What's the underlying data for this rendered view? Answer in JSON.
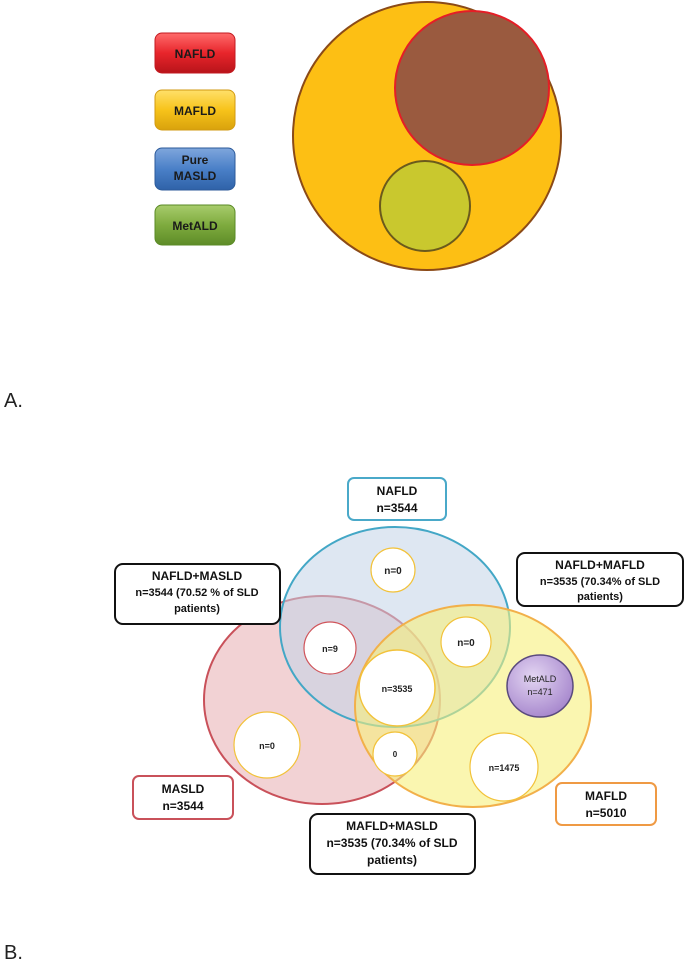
{
  "panel_a": {
    "letter": "A.",
    "legend": [
      {
        "key": "nafld",
        "lines": [
          "NAFLD"
        ],
        "color": "#e8252b"
      },
      {
        "key": "mafld",
        "lines": [
          "MAFLD"
        ],
        "color": "#f7c31a"
      },
      {
        "key": "pure_masld",
        "lines": [
          "Pure",
          "MASLD"
        ],
        "color": "#4a80c8"
      },
      {
        "key": "metald",
        "lines": [
          "MetALD"
        ],
        "color": "#7eab3e"
      }
    ],
    "colors": {
      "outer_fill": "#fdbf14",
      "outer_stroke": "#8b4a17",
      "brown_fill": "#9a5a3f",
      "brown_stroke": "#e41e26",
      "green_fill": "#c9c82e",
      "green_stroke": "#6b5a1c"
    }
  },
  "panel_b": {
    "letter": "B.",
    "boxes": {
      "nafld": [
        "NAFLD",
        "n=3544"
      ],
      "nafld_masld": [
        "NAFLD+MASLD",
        "n=3544 (70.52 % of SLD",
        "patients)"
      ],
      "nafld_mafld": [
        "NAFLD+MAFLD",
        "n=3535 (70.34% of SLD",
        "patients)"
      ],
      "masld": [
        "MASLD",
        "n=3544"
      ],
      "mafld": [
        "MAFLD",
        "n=5010"
      ],
      "mafld_masld": [
        "MAFLD+MASLD",
        "n=3535 (70.34% of SLD",
        "patients)"
      ]
    },
    "counts": {
      "nafld_only": "n=0",
      "nafld_masld_only": "n=9",
      "nafld_mafld_only": "n=0",
      "all_three": "n=3535",
      "masld_only": "n=0",
      "masld_mafld_only": "0",
      "mafld_only": "n=1475"
    },
    "metald": [
      "MetALD",
      "n=471"
    ],
    "colors": {
      "nafld_fill": "#c3d3e8",
      "nafld_stroke": "#43a7c6",
      "masld_fill": "#e9b4b8",
      "masld_stroke": "#c9515a",
      "mafld_fill": "#f6f07c",
      "mafld_stroke": "#f2b04a",
      "metald_fill": "#b79ad6",
      "metald_stroke": "#5a4a7e",
      "white_stroke_yellow": "#f2c23a",
      "white_stroke_red": "#d0545a",
      "nafld_box_border": "#4aa9c9",
      "masld_box_border": "#c9515a",
      "mafld_box_border": "#ef9a44",
      "dark_box_border": "#111111"
    }
  }
}
